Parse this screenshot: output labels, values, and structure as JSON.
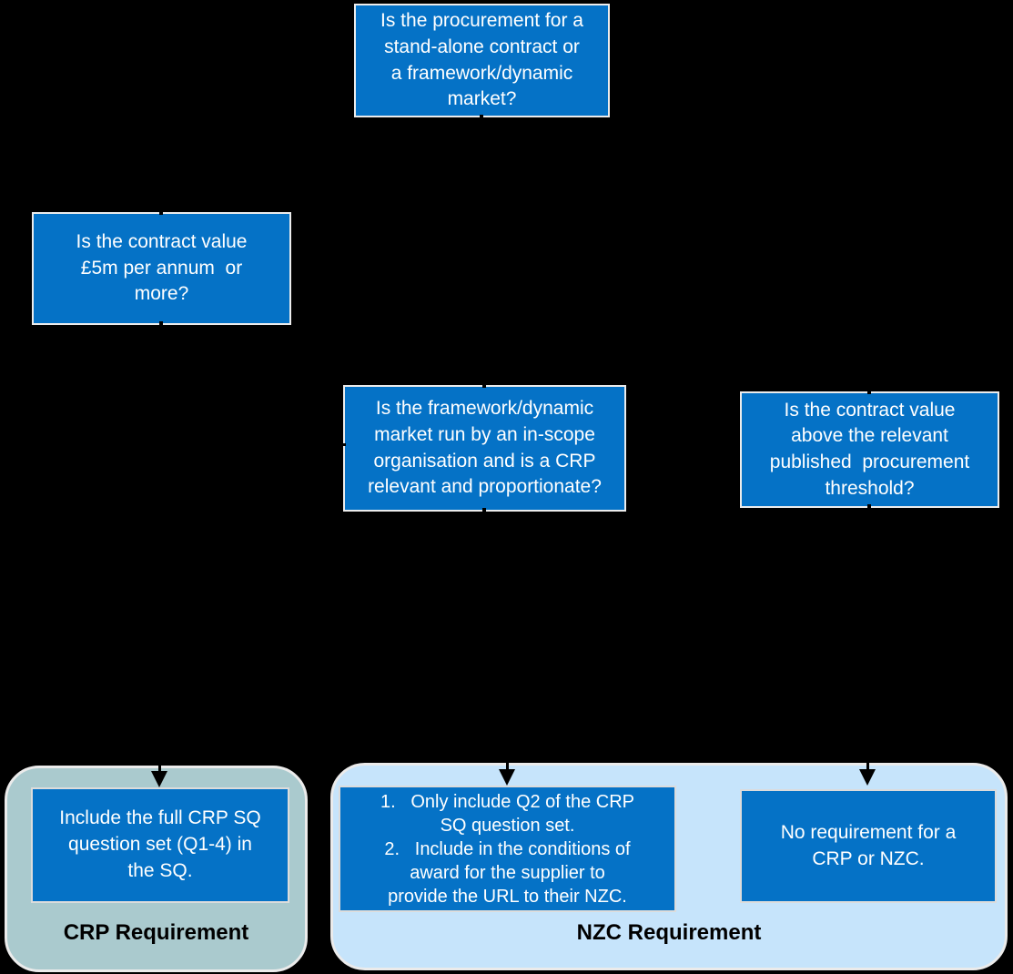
{
  "colors": {
    "background": "#000000",
    "node_blue": "#0572c6",
    "node_text": "#ffffff",
    "crp_container_fill": "#aacace",
    "nzc_container_fill": "#c6e4fb",
    "label_text": "#000000"
  },
  "questions": {
    "procurement_type": "Is the procurement for a\nstand-alone contract or\na framework/dynamic\nmarket?",
    "contract_value": "Is the contract value\n£5m per annum  or\nmore?",
    "framework_in_scope": "Is the framework/dynamic\nmarket run by an in-scope\norganisation and is a CRP\nrelevant and proportionate?",
    "above_threshold": "Is the contract value\nabove the relevant\npublished  procurement\nthreshold?"
  },
  "outcomes": {
    "crp": {
      "action": "Include the full CRP SQ\nquestion set (Q1-4) in\nthe SQ.",
      "label": "CRP Requirement"
    },
    "nzc": {
      "items": [
        "1.   Only include Q2 of the CRP\nSQ question set.",
        "2.   Include in the conditions of\naward for the supplier to\nprovide the URL to their NZC."
      ],
      "label": "NZC Requirement",
      "no_requirement": "No requirement for a\nCRP or NZC."
    }
  }
}
